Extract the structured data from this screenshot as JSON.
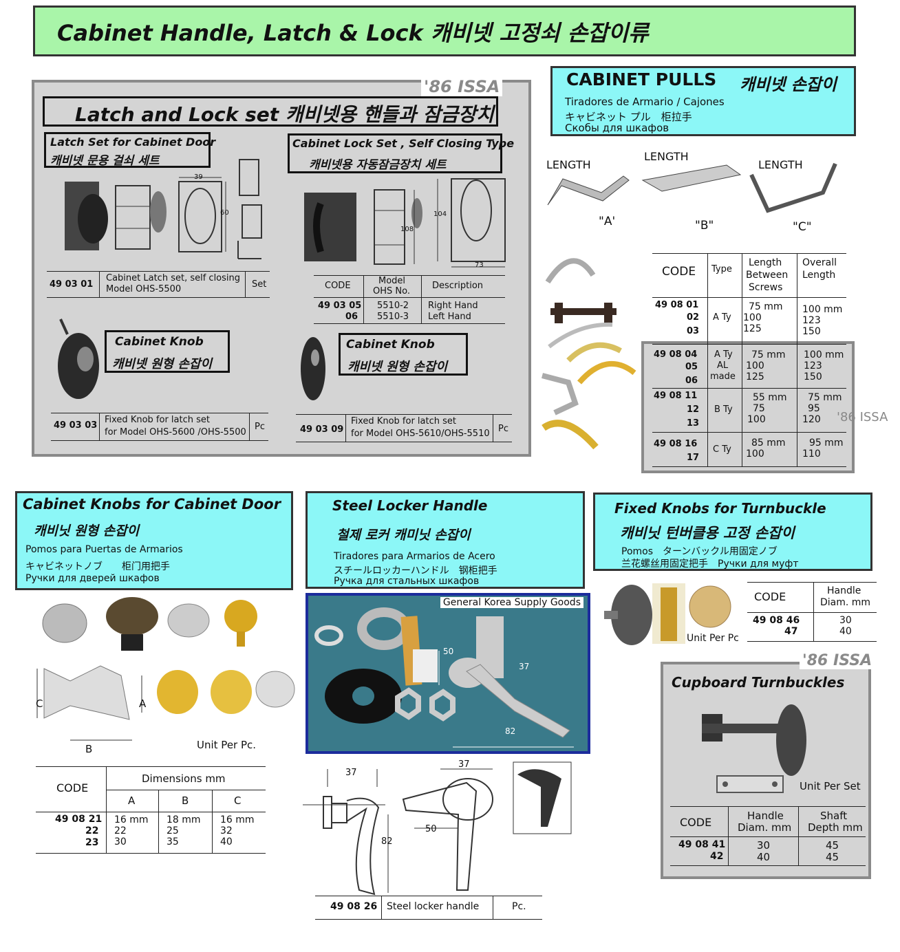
{
  "title": "Cabinet Handle, Latch & Lock  캐비넷 고정쇠 손잡이류",
  "issa": "'86 ISSA",
  "latch_panel": {
    "heading": "Latch and Lock set  캐비넷용 핸들과 잠금장치",
    "latch_set_en": "Latch Set for Cabinet Door",
    "latch_set_ko": "캐비넷 문용 걸쇠 세트",
    "lock_set_en": "Cabinet Lock Set , Self Closing Type",
    "lock_set_ko": "캐비넷용 자동잠금장치 세트",
    "dims_latch": [
      "39",
      "60"
    ],
    "dims_lock": [
      "104",
      "108",
      "73"
    ],
    "row_490301": {
      "code": "49 03 01",
      "desc1": "Cabinet Latch set, self closing",
      "desc2": "Model OHS-5500",
      "unit": "Set"
    },
    "lock_table": {
      "headers": [
        "CODE",
        "Model",
        "OHS No.",
        "Description"
      ],
      "code1": "49 03 05",
      "code2": "06",
      "model1": "5510-2",
      "model2": "5510-3",
      "desc1": "Right Hand",
      "desc2": "Left Hand"
    },
    "knob_left": {
      "en": "Cabinet Knob",
      "ko": "캐비넷 원형 손잡이"
    },
    "knob_right": {
      "en": "Cabinet Knob",
      "ko": "캐비넷 원형 손잡이"
    },
    "row_490303": {
      "code": "49 03 03",
      "desc1": "Fixed Knob for latch set",
      "desc2": "for Model OHS-5600 /OHS-5500",
      "unit": "Pc"
    },
    "row_490309": {
      "code": "49 03 09",
      "desc1": "Fixed Knob for latch set",
      "desc2": "for Model OHS-5610/OHS-5510",
      "unit": "Pc"
    }
  },
  "pulls": {
    "title_en": "CABINET PULLS",
    "title_ko": "캐비넷 손잡이",
    "es": "Tiradores de Armario / Cajones",
    "jp": "キャビネット プル　柜拉手",
    "ru": "Скобы для шкафов",
    "length": "LENGTH",
    "labels": [
      "\"A'",
      "\"B\"",
      "\"C\""
    ],
    "headers": [
      "CODE",
      "Type",
      "Length",
      "Between",
      "Screws",
      "Overall",
      "Length"
    ],
    "g1": {
      "codes": [
        "49 08 01",
        "02",
        "03"
      ],
      "type": "A Ty",
      "between": [
        "75 mm",
        "100",
        "125"
      ],
      "overall": [
        "100 mm",
        "123",
        "150"
      ]
    },
    "g2": {
      "codes": [
        "49 08 04",
        "05",
        "06"
      ],
      "type": [
        "A Ty",
        "AL",
        "made"
      ],
      "between": [
        "75 mm",
        "100",
        "125"
      ],
      "overall": [
        "100 mm",
        "123",
        "150"
      ]
    },
    "g3": {
      "codes": [
        "49 08 11",
        "12",
        "13"
      ],
      "type": "B Ty",
      "between": [
        "55 mm",
        "75",
        "100"
      ],
      "overall": [
        "75 mm",
        "95",
        "120"
      ]
    },
    "g4": {
      "codes": [
        "49 08 16",
        "17"
      ],
      "type": "C Ty",
      "between": [
        "85 mm",
        "100"
      ],
      "overall": [
        "95 mm",
        "110"
      ]
    }
  },
  "knobs_door": {
    "title_en": "Cabinet Knobs for Cabinet Door",
    "title_ko": "캐비닛 원형 손잡이",
    "es": "Pomos para Puertas de Armarios",
    "jp": "キャビネットノブ　　柜门用把手",
    "ru": "Ручки для дверей шкафов",
    "dims": [
      "C",
      "A",
      "B"
    ],
    "unit": "Unit Per Pc.",
    "headers": [
      "CODE",
      "Dimensions mm",
      "A",
      "B",
      "C"
    ],
    "codes": [
      "49 08 21",
      "22",
      "23"
    ],
    "a": [
      "16 mm",
      "22",
      "30"
    ],
    "b": [
      "18 mm",
      "25",
      "35"
    ],
    "c": [
      "16 mm",
      "32",
      "40"
    ]
  },
  "locker": {
    "title_en": "Steel Locker Handle",
    "title_ko": "철제 로커 캐미닛 손잡이",
    "es": "Tiradores para Armarios de Acero",
    "jp": "スチールロッカーハンドル　钢柜把手",
    "ru": "Ручка для стальных шкафов",
    "photo_caption": "General Korea Supply Goods",
    "photo_dims": [
      "50",
      "37",
      "82"
    ],
    "draw_dims": [
      "37",
      "37",
      "82",
      "50"
    ],
    "row": {
      "code": "49 08 26",
      "desc": "Steel locker handle",
      "unit": "Pc."
    }
  },
  "turnbuckle": {
    "title_en": "Fixed Knobs for Turnbuckle",
    "title_ko": "캐비닛 턴버클용  고정 손잡이",
    "es_jp": "Pomos　ターンバックル用固定ノブ",
    "cn_ru": "兰花螺丝用固定把手　Ручки для муфт",
    "unit": "Unit Per Pc",
    "headers": [
      "CODE",
      "Handle",
      "Diam. mm"
    ],
    "codes": [
      "49 08 46",
      "47"
    ],
    "diam": [
      "30",
      "40"
    ]
  },
  "cupboard": {
    "title": "Cupboard Turnbuckles",
    "unit": "Unit Per Set",
    "headers": [
      "CODE",
      "Handle",
      "Diam. mm",
      "Shaft",
      "Depth mm"
    ],
    "codes": [
      "49 08 41",
      "42"
    ],
    "diam": [
      "30",
      "40"
    ],
    "depth": [
      "45",
      "45"
    ]
  },
  "colors": {
    "title_bg": "#a9f5a9",
    "cyan": "#8cf7f7",
    "gray_panel": "#d4d4d4",
    "photo_bg": "#3a7a8a",
    "border_blue": "#1c2c9c"
  }
}
